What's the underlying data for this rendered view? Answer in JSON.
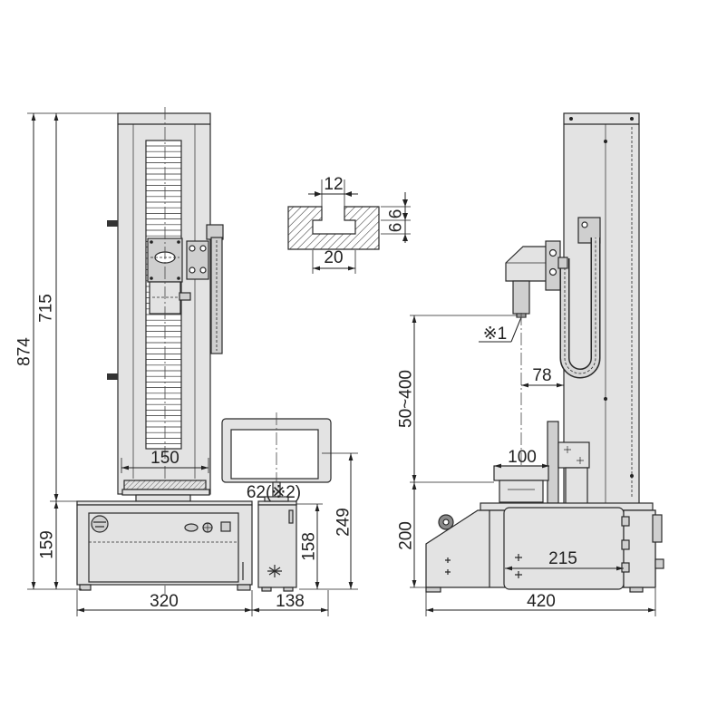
{
  "colors": {
    "line": "#2a2a2a",
    "fill": "#e3e3e3",
    "fill_dark": "#cfcfcf"
  },
  "front_view": {
    "overall_height": "874",
    "column_height": "715",
    "base_height": "159",
    "table_width": "150",
    "base_width": "320",
    "controller_width": "138",
    "monitor_offset": "62(※2)",
    "controller_height": "158",
    "monitor_height": "249"
  },
  "t_slot_detail": {
    "opening_width": "12",
    "neck_depth": "6",
    "slot_depth": "6",
    "slot_width": "20"
  },
  "side_view": {
    "indenter_note": "※1",
    "throat_depth": "78",
    "test_height_range": "50~400",
    "table_width": "100",
    "base_height": "200",
    "panel_width": "215",
    "overall_depth": "420"
  }
}
